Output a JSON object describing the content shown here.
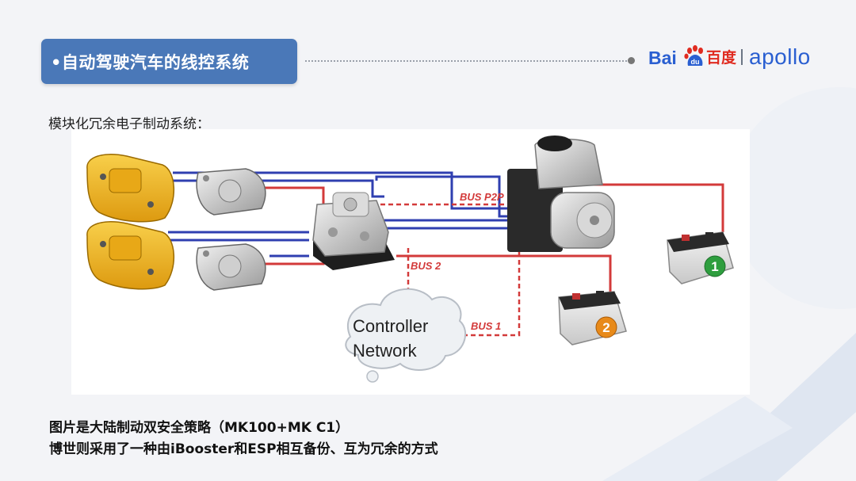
{
  "header": {
    "title": "•自动驾驶汽车的线控系统",
    "logo_text_bai": "Bai",
    "logo_text_du": "du",
    "logo_text_cn": "百度",
    "logo_text_apollo": "apollo"
  },
  "subtitle": "模块化冗余电子制动系统：",
  "diagram": {
    "bus_labels": [
      "BUS P2P",
      "BUS 2",
      "BUS 1"
    ],
    "network_line1": "Controller",
    "network_line2": "Network",
    "battery_badges": [
      "1",
      "2"
    ]
  },
  "captions": {
    "line1": "图片是大陆制动双安全策略（MK100+MK C1）",
    "line2": "博世则采用了一种由iBooster和ESP相互备份、互为冗余的方式"
  },
  "colors": {
    "title_bg": "#4a78b8",
    "bus_red": "#d33a3a",
    "bus_blue": "#2f3fb0",
    "baidu_blue": "#2a5fd1",
    "baidu_red": "#e02b20",
    "caliper_yellow": "#f2b21a",
    "badge_green": "#2e9e3e",
    "badge_orange": "#e88a1a"
  }
}
